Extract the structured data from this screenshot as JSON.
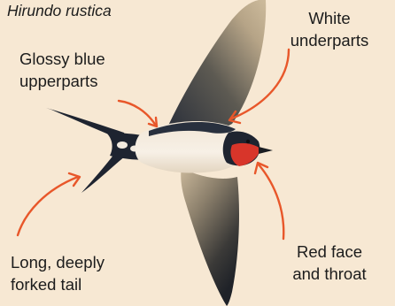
{
  "species_name": "Hirundo rustica",
  "annotations": {
    "upperparts": [
      "Glossy blue",
      "upperparts"
    ],
    "underparts": [
      "White",
      "underparts"
    ],
    "tail": [
      "Long, deeply",
      "forked tail"
    ],
    "face": [
      "Red face",
      "and throat"
    ]
  },
  "colors": {
    "background": "#f7e8d3",
    "arrow": "#e8572a",
    "plumage_dark": "#1e2430",
    "wing_tan": "#b9a58a",
    "underparts": "#f4ece2",
    "face_red": "#d8352a"
  }
}
